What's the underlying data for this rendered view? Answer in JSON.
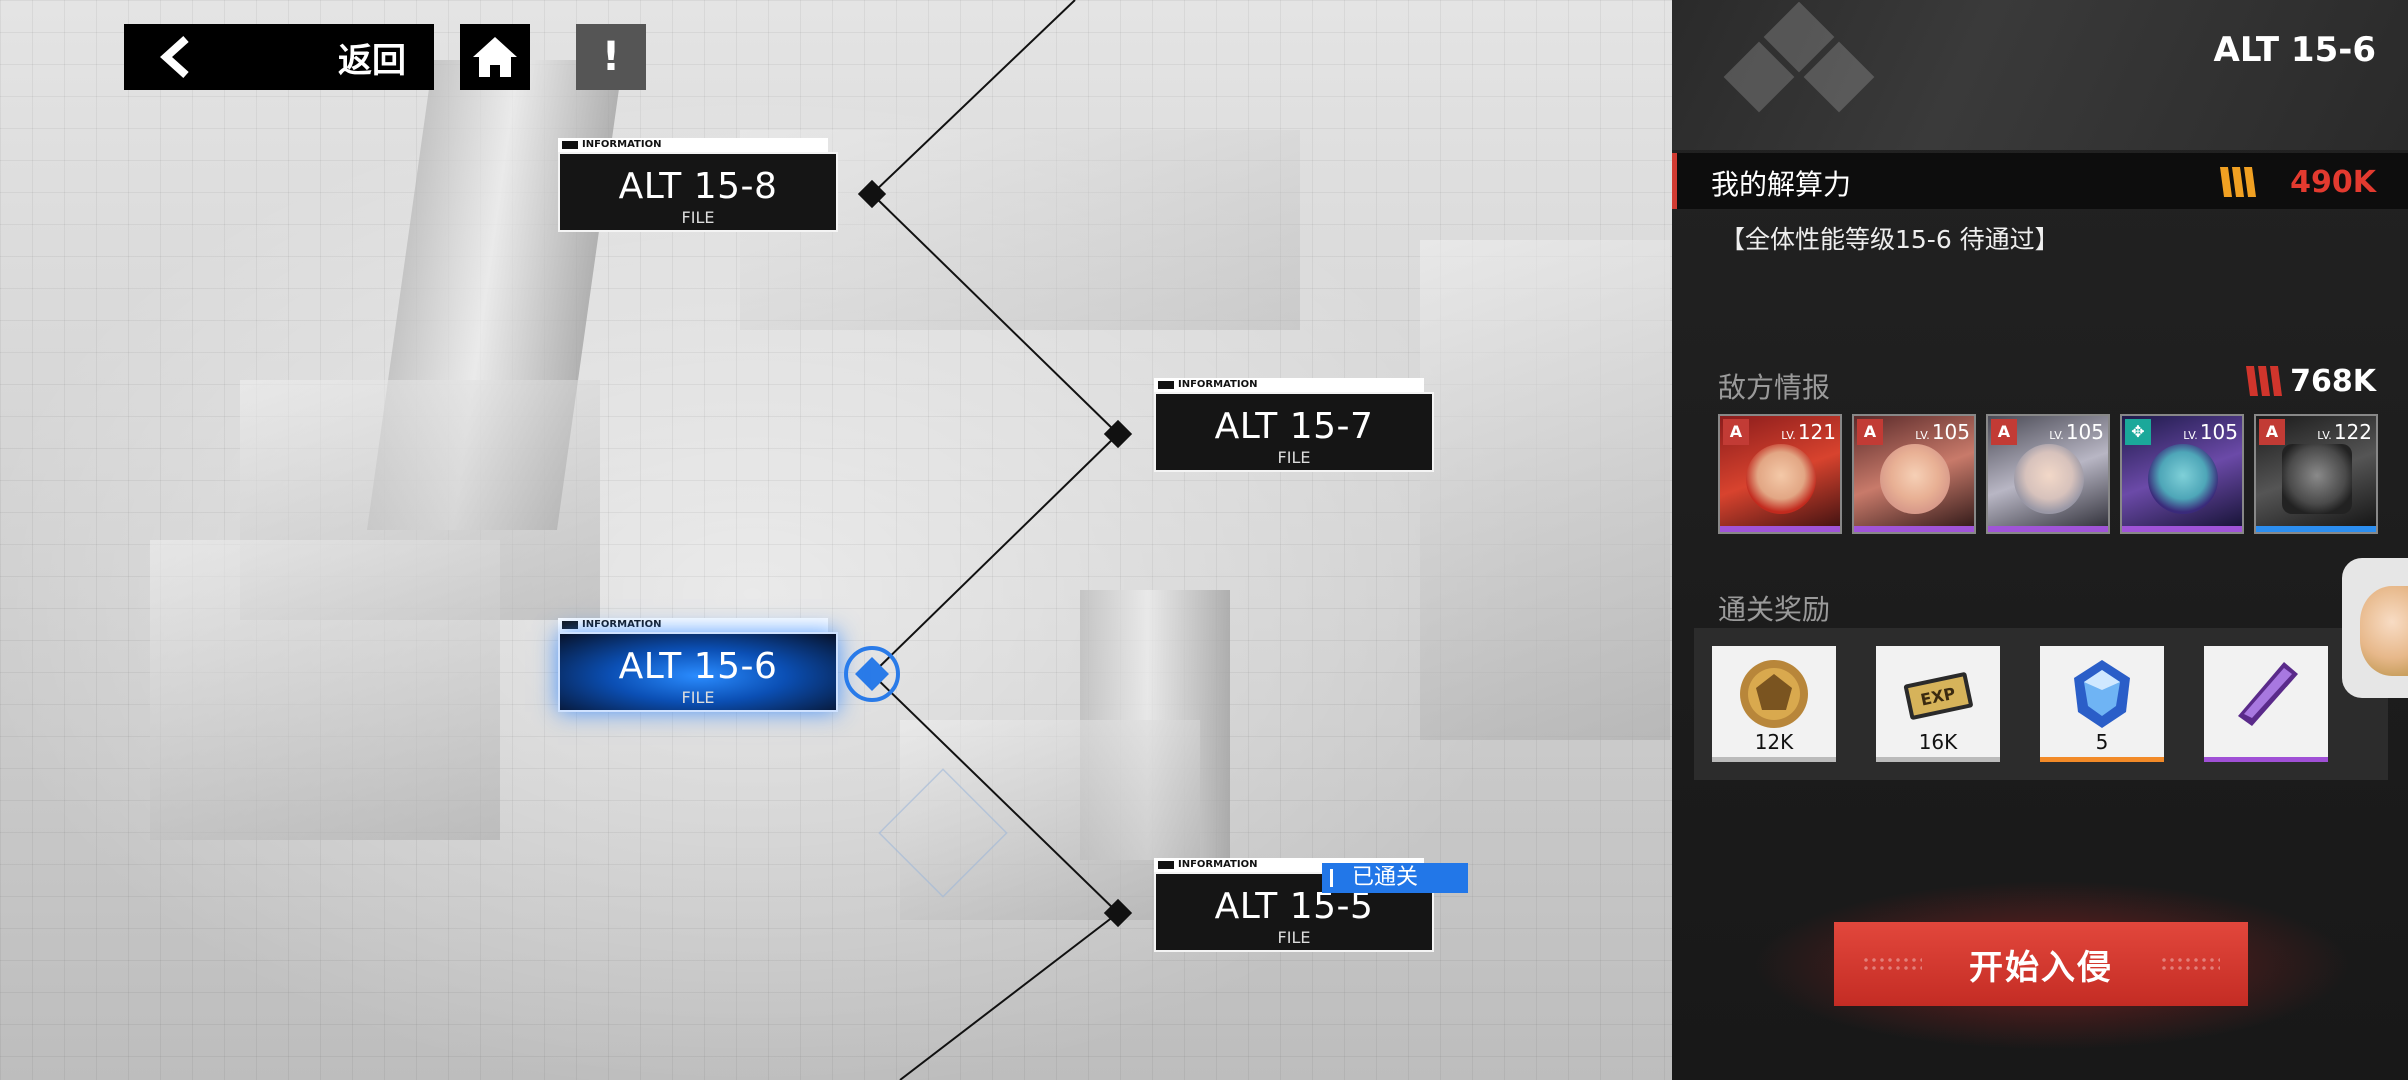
{
  "nav": {
    "back_label": "返回",
    "info_label": "!"
  },
  "stages": [
    {
      "name": "ALT 15-8",
      "tag": "INFORMATION",
      "file": "FILE"
    },
    {
      "name": "ALT 15-7",
      "tag": "INFORMATION",
      "file": "FILE"
    },
    {
      "name": "ALT 15-6",
      "tag": "INFORMATION",
      "file": "FILE",
      "selected": true
    },
    {
      "name": "ALT 15-5",
      "tag": "INFORMATION",
      "file": "FILE",
      "status": "已通关"
    }
  ],
  "panel": {
    "stage_code": "ALT 15-6",
    "my_power_label": "我的解算力",
    "my_power_value": "490K",
    "condition": "【全体性能等级15-6 待通过】",
    "enemy_title": "敌方情报",
    "enemy_power": "768K",
    "enemies": [
      {
        "level_prefix": "LV.",
        "level": "121"
      },
      {
        "level_prefix": "LV.",
        "level": "105"
      },
      {
        "level_prefix": "LV.",
        "level": "105"
      },
      {
        "level_prefix": "LV.",
        "level": "105"
      },
      {
        "level_prefix": "LV.",
        "level": "122"
      }
    ],
    "reward_title": "通关奖励",
    "rewards": [
      {
        "icon": "gold-coin-icon",
        "amount": "12K"
      },
      {
        "icon": "exp-ticket-icon",
        "amount": "16K"
      },
      {
        "icon": "blue-crystal-icon",
        "amount": "5"
      },
      {
        "icon": "purple-shard-icon",
        "amount": ""
      }
    ],
    "start_label": "开始入侵"
  },
  "colors": {
    "accent_red": "#e33a2f",
    "selected_blue": "#1f6fe0",
    "cleared_blue": "#2277e8"
  }
}
